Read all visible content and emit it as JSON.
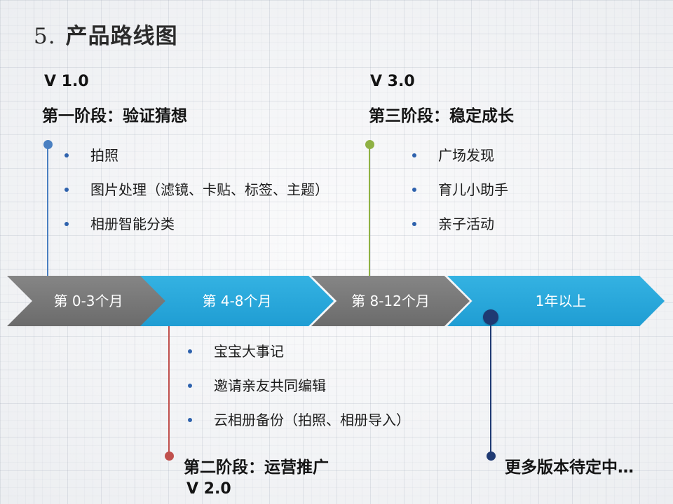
{
  "slide": {
    "title_number": "5.",
    "title": "产品路线图"
  },
  "phases": [
    {
      "version": "V 1.0",
      "stage": "第一阶段：验证猜想",
      "items": [
        "拍照",
        "图片处理（滤镜、卡贴、标签、主题）",
        "相册智能分类"
      ],
      "color": "#4a7fc1"
    },
    {
      "version": "V 2.0",
      "stage": "第二阶段：运营推广",
      "items": [
        "宝宝大事记",
        "邀请亲友共同编辑",
        "云相册备份（拍照、相册导入）"
      ],
      "color": "#c0504d"
    },
    {
      "version": "V 3.0",
      "stage": "第三阶段：稳定成长",
      "items": [
        "广场发现",
        "育儿小助手",
        "亲子活动"
      ],
      "color": "#8fb144"
    },
    {
      "stage": "更多版本待定中…",
      "color": "#1f3a73"
    }
  ],
  "timeline": [
    {
      "label": "第 0-3个月",
      "color": "#7a7a7a"
    },
    {
      "label": "第 4-8个月",
      "color": "#29a8dc"
    },
    {
      "label": "第 8-12个月",
      "color": "#7a7a7a"
    },
    {
      "label": "1年以上",
      "color": "#29a8dc"
    }
  ]
}
